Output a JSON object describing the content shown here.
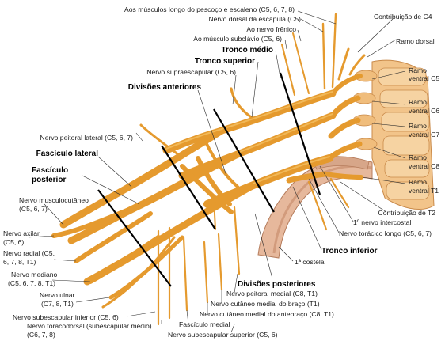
{
  "labels": {
    "longo_pescoco": "Aos músculos longo do pescoço e escaleno (C5, 6, 7, 8)",
    "dorsal_escapula": "Nervo dorsal da escápula (C5)",
    "contribuicao_c4": "Contribuição de C4",
    "nervo_frenico": "Ao nervo frênico",
    "ramo_dorsal": "Ramo dorsal",
    "subclavio": "Ao músculo subclávio (C5, 6)",
    "tronco_medio": "Tronco médio",
    "tronco_superior": "Tronco superior",
    "ramo_ventral_c5": [
      "Ramo",
      "ventral C5"
    ],
    "supraescapular": "Nervo supraescapular (C5, 6)",
    "divisoes_anteriores": "Divisões anteriores",
    "ramo_ventral_c6": [
      "Ramo",
      "ventral C6"
    ],
    "ramo_ventral_c7": [
      "Ramo",
      "ventral C7"
    ],
    "peitoral_lateral": "Nervo peitoral lateral (C5, 6, 7)",
    "fasciculo_lateral": "Fascículo lateral",
    "ramo_ventral_c8": [
      "Ramo",
      "ventral C8"
    ],
    "fasciculo_posterior": [
      "Fascículo",
      "posterior"
    ],
    "ramo_ventral_t1": [
      "Ramo",
      "ventral T1"
    ],
    "musculocutaneo": [
      "Nervo musculocutâneo",
      "(C5, 6, 7)"
    ],
    "contribuicao_t2": "Contribuição de T2",
    "intercostal": "1º nervo intercostal",
    "axilar": [
      "Nervo axilar",
      "(C5, 6)"
    ],
    "toracico_longo": "Nervo torácico longo (C5, 6, 7)",
    "radial": [
      "Nervo radial (C5,",
      "6, 7, 8, T1)"
    ],
    "tronco_inferior": "Tronco inferior",
    "costela": "1ª costela",
    "mediano": [
      "Nervo mediano",
      "(C5, 6, 7, 8, T1)"
    ],
    "divisoes_posteriores": "Divisões posteriores",
    "peitoral_medial": "Nervo peitoral medial (C8, T1)",
    "ulnar": [
      "Nervo ulnar",
      "(C7, 8, T1)"
    ],
    "cutaneo_braco": "Nervo cutâneo medial do braço (T1)",
    "subescapular_inferior": "Nervo subescapular inferior (C5, 6)",
    "cutaneo_antebraco": "Nervo cutâneo medial do antebraço (C8, T1)",
    "toracodorsal": [
      "Nervo toracodorsal (subescapular médio)",
      "(C6, 7, 8)"
    ],
    "fasciculo_medial": "Fascículo medial",
    "subescapular_superior": "Nervo subescapular superior (C5, 6)"
  },
  "colors": {
    "nerve": "#e59a2e",
    "nerve_highlight": "#f7c56a",
    "vertebra": "#f2c48a",
    "rib": "#e6b89c",
    "rib_shade": "#c98f6f",
    "divider_line": "#000000"
  }
}
